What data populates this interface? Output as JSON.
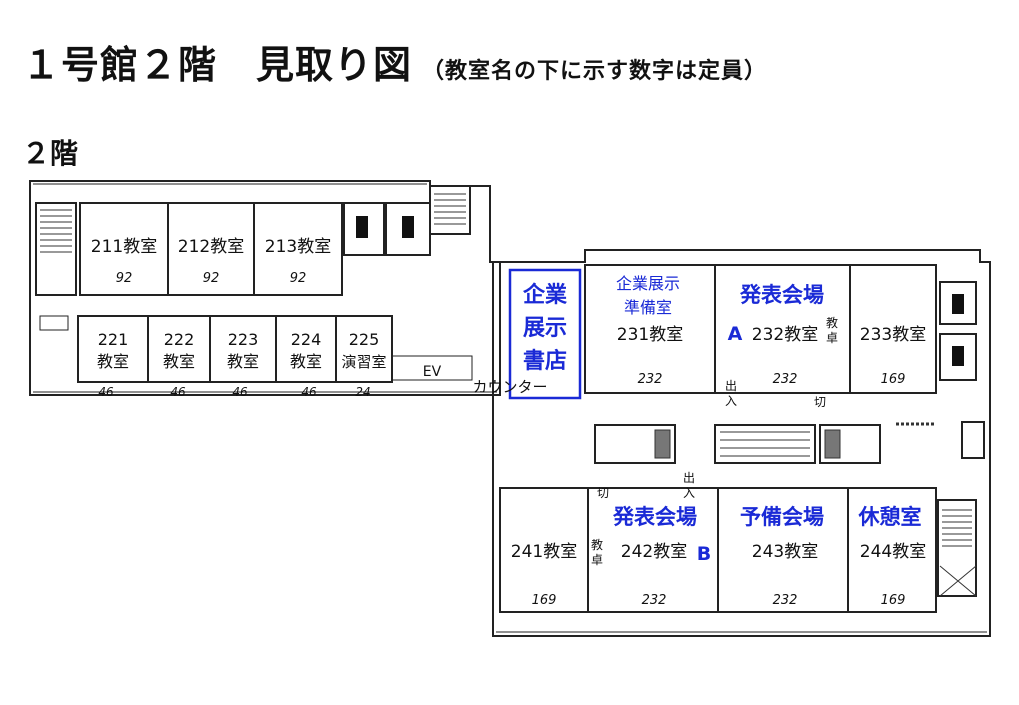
{
  "title": "１号館２階　見取り図",
  "subtitle": "（教室名の下に示す数字は定員）",
  "floor_label": "２階",
  "rooms": {
    "r211": {
      "name": "211教室",
      "cap": "92"
    },
    "r212": {
      "name": "212教室",
      "cap": "92"
    },
    "r213": {
      "name": "213教室",
      "cap": "92"
    },
    "r221": {
      "num": "221",
      "kind": "教室",
      "cap": "46"
    },
    "r222": {
      "num": "222",
      "kind": "教室",
      "cap": "46"
    },
    "r223": {
      "num": "223",
      "kind": "教室",
      "cap": "46"
    },
    "r224": {
      "num": "224",
      "kind": "教室",
      "cap": "46"
    },
    "r225": {
      "num": "225",
      "kind": "演習室",
      "cap": "24"
    },
    "r231": {
      "line1": "企業展示",
      "line2": "準備室",
      "name": "231教室",
      "cap": "232"
    },
    "r232": {
      "name": "232教室",
      "cap": "232"
    },
    "r233": {
      "name": "233教室",
      "cap": "169"
    },
    "r241": {
      "name": "241教室",
      "cap": "169"
    },
    "r242": {
      "name": "242教室",
      "cap": "232"
    },
    "r243": {
      "name": "243教室",
      "cap": "232"
    },
    "r244": {
      "name": "244教室",
      "cap": "169"
    }
  },
  "labels": {
    "ev": "EV",
    "counter": "カウンター",
    "exhibit_line1": "企業",
    "exhibit_line2": "展示",
    "exhibit_line3": "書店",
    "venue_a": "発表会場",
    "venue_a_mark": "A",
    "venue_b": "発表会場",
    "venue_b_mark": "B",
    "reserve": "予備会場",
    "lounge": "休憩室",
    "lectern1": "教",
    "lectern2": "卓",
    "exit1": "出",
    "exit2": "入",
    "switch": "切"
  },
  "colors": {
    "accent": "#1a2ad6",
    "line": "#222222"
  }
}
